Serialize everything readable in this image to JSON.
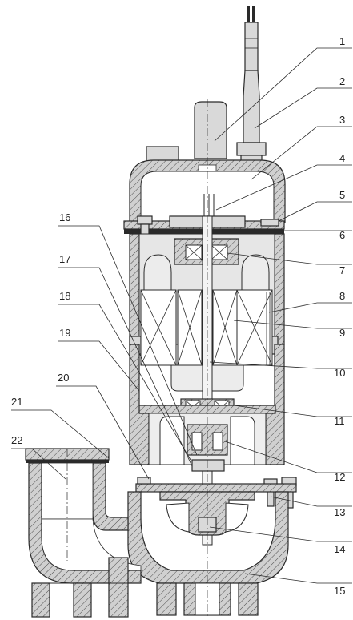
{
  "part_numbers": [
    "1",
    "2",
    "3",
    "4",
    "5",
    "6",
    "7",
    "8",
    "9",
    "10",
    "11",
    "12",
    "13",
    "14",
    "15",
    "16",
    "17",
    "18",
    "19",
    "20",
    "21",
    "22"
  ]
}
